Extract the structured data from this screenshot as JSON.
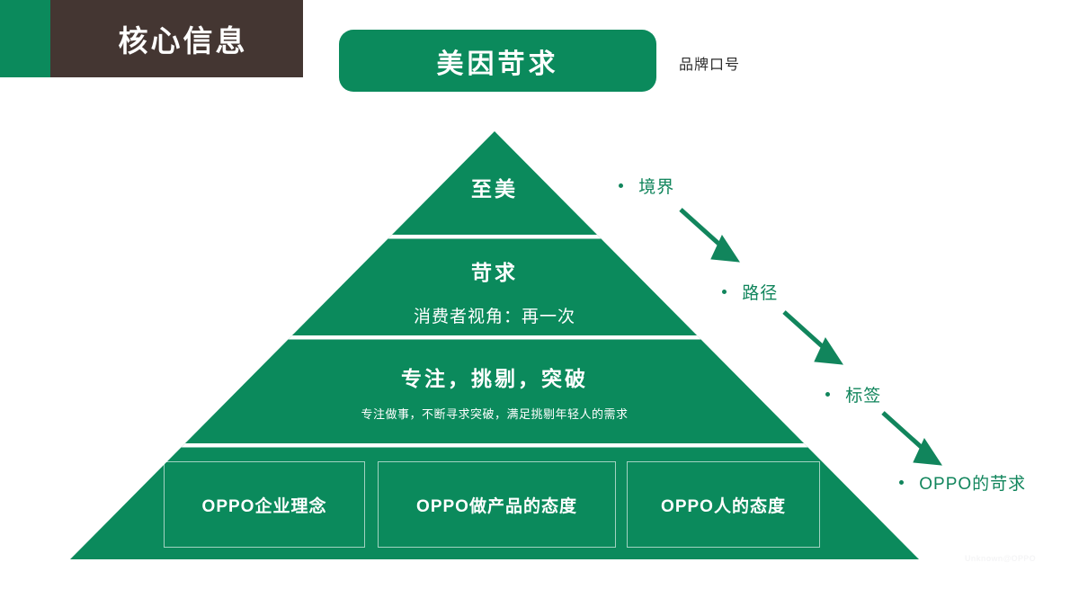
{
  "slide": {
    "header": {
      "section_tab_color": "#0B8A5C",
      "section_label": "核心信息",
      "section_label_bg": "#443632",
      "slogan": "美因苛求",
      "slogan_badge_color": "#0B8A5C",
      "slogan_caption": "品牌口号"
    },
    "pyramid": {
      "fill_color": "#0B8A5C",
      "divider_color": "#ffffff",
      "tiers": [
        {
          "id": "tier1",
          "title": "至美",
          "subtitle": ""
        },
        {
          "id": "tier2",
          "title": "苛求",
          "subtitle": "消费者视角：再一次"
        },
        {
          "id": "tier3",
          "title": "专注，挑剔，突破",
          "subtitle": "专注做事，不断寻求突破，满足挑剔年轻人的需求"
        }
      ],
      "base_boxes": [
        {
          "label": "OPPO企业理念"
        },
        {
          "label": "OPPO做产品的态度"
        },
        {
          "label": "OPPO人的态度"
        }
      ]
    },
    "annotations": {
      "color": "#11855C",
      "items": [
        {
          "label": "境界"
        },
        {
          "label": "路径"
        },
        {
          "label": "标签"
        },
        {
          "label": "OPPO的苛求"
        }
      ]
    },
    "watermark": "Unknown@OPPO"
  }
}
